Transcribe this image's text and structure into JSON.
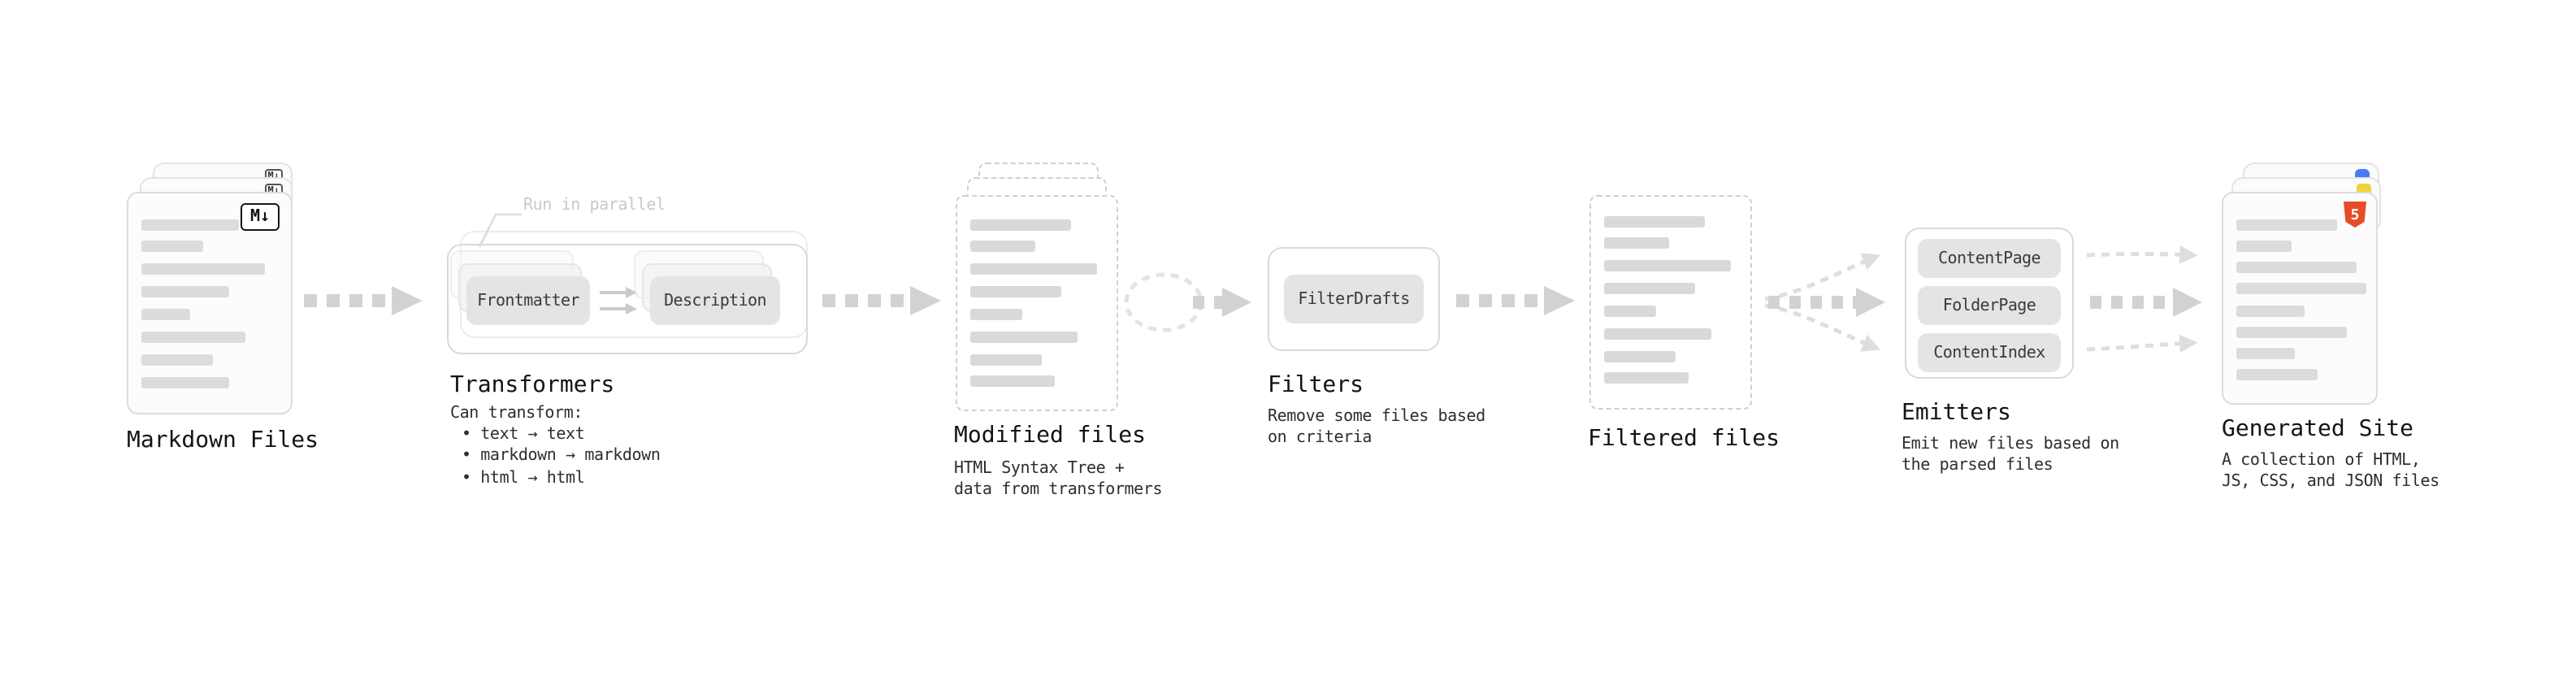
{
  "nodes": {
    "markdown_files": {
      "label": "Markdown Files",
      "icon_text": "M↓"
    },
    "transformers": {
      "label": "Transformers",
      "annotation": "Run in parallel",
      "chips": [
        "Frontmatter",
        "Description"
      ],
      "desc_lines": [
        "Can transform:",
        "• text → text",
        "• markdown → markdown",
        "• html → html"
      ]
    },
    "modified_files": {
      "label": "Modified files",
      "desc_lines": [
        "HTML Syntax Tree +",
        "data from transformers"
      ]
    },
    "filters": {
      "label": "Filters",
      "chips": [
        "FilterDrafts"
      ],
      "desc_lines": [
        "Remove some files based",
        "on criteria"
      ]
    },
    "filtered_files": {
      "label": "Filtered files"
    },
    "emitters": {
      "label": "Emitters",
      "chips": [
        "ContentPage",
        "FolderPage",
        "ContentIndex"
      ],
      "desc_lines": [
        "Emit new files based on",
        "the parsed files"
      ]
    },
    "generated_site": {
      "label": "Generated Site",
      "html5_badge_text": "5",
      "desc_lines": [
        "A collection of HTML,",
        "JS, CSS, and JSON files"
      ]
    }
  },
  "colors": {
    "arrow_bold": "#d2d2d2",
    "arrow_thin": "#dedede",
    "bar": "#dcdcdc",
    "panel_border": "#d9d9d9",
    "chip_bg": "#e4e4e4",
    "annotation": "#c9c9c9",
    "html5_badge": "#e44d26",
    "js_badge": "#f0d33c",
    "css_badge": "#4a7bf7"
  }
}
